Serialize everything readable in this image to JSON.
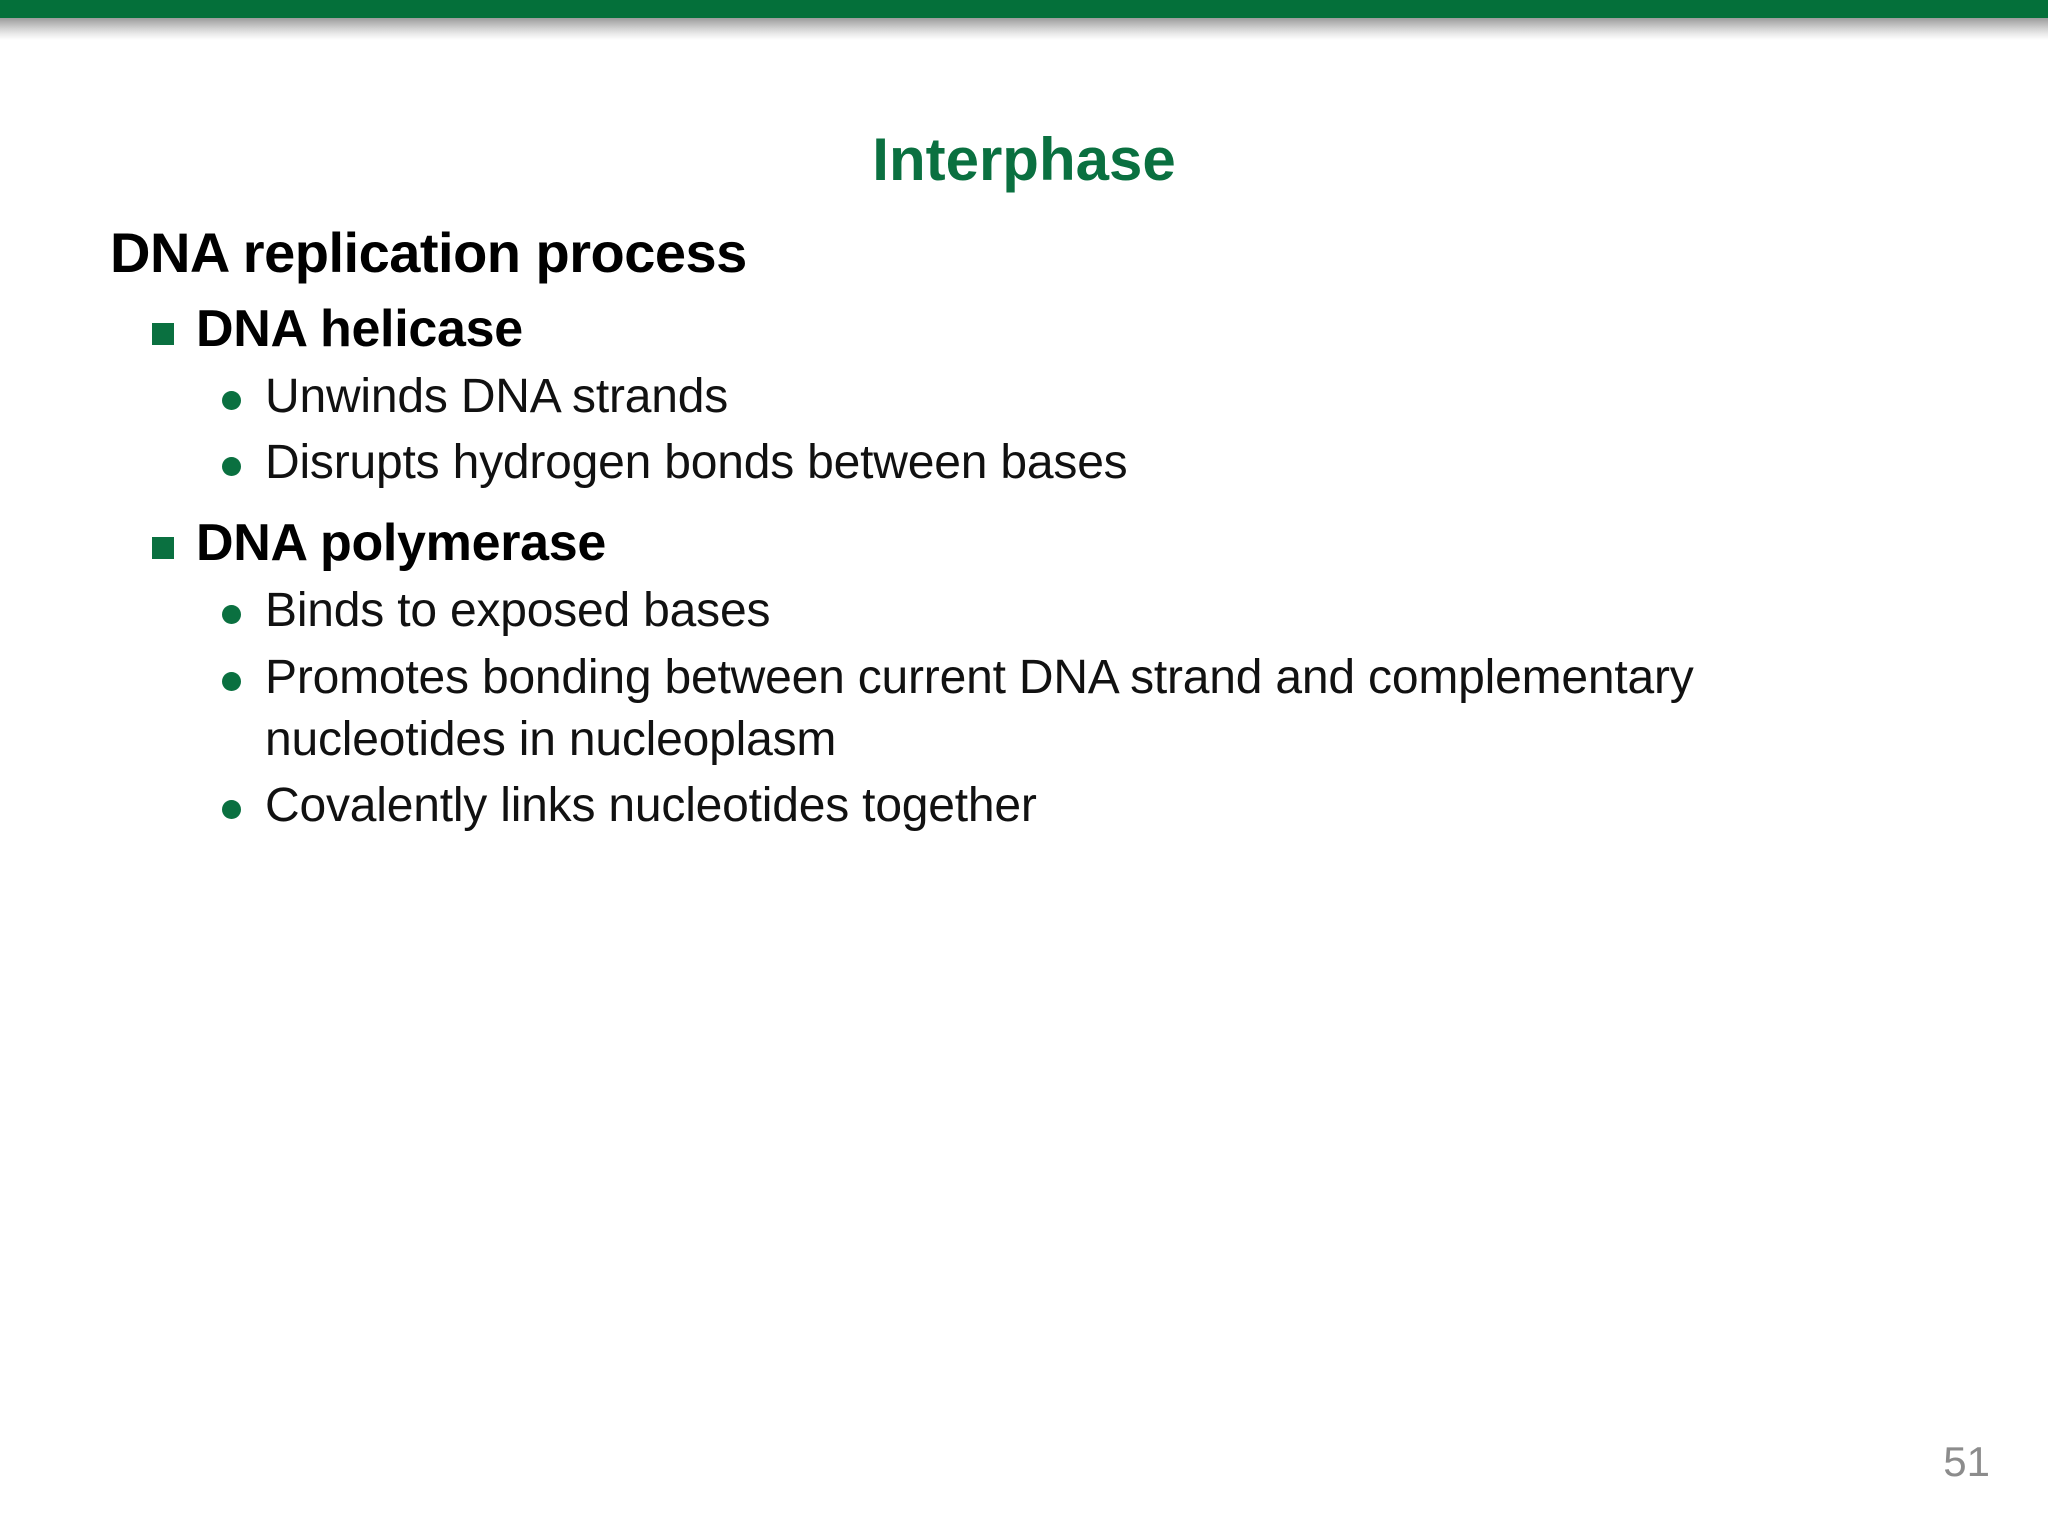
{
  "slide": {
    "title": "Interphase",
    "page_number": "51",
    "colors": {
      "accent_green": "#0a7040",
      "bar_green": "#04703a",
      "text_black": "#111111",
      "page_number_gray": "#8c8c8c",
      "background": "#ffffff"
    },
    "heading": "DNA replication process",
    "sections": [
      {
        "label": "DNA helicase",
        "bullet_icon": "square-bullet-icon",
        "points": [
          "Unwinds DNA strands",
          "Disrupts hydrogen bonds between bases"
        ]
      },
      {
        "label": "DNA polymerase",
        "bullet_icon": "square-bullet-icon",
        "points": [
          "Binds to exposed bases",
          "Promotes bonding between current DNA strand and complementary nucleotides in nucleoplasm",
          "Covalently links nucleotides together"
        ]
      }
    ]
  }
}
